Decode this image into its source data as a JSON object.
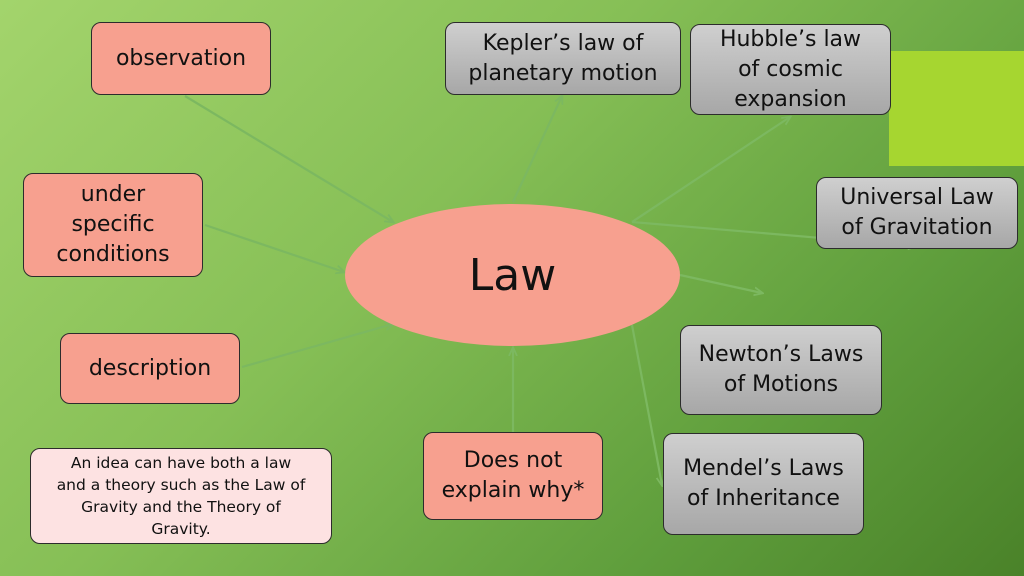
{
  "colors": {
    "salmon": "#f7a08f",
    "gray": "#b9b9b9",
    "note_bg": "#fde2e2",
    "accent": "#a6d630",
    "arrow": "#7cb860"
  },
  "center": {
    "label": "Law"
  },
  "boxes": {
    "observation": "observation",
    "under_specific": "under\nspecific\nconditions",
    "description": "description",
    "does_not_explain": "Does not\nexplain why*",
    "kepler": "Kepler’s law of\nplanetary motion",
    "hubble": "Hubble’s law\nof cosmic\nexpansion",
    "universal": "Universal Law\nof Gravitation",
    "newton": "Newton’s Laws\nof Motions",
    "mendel": "Mendel’s Laws\nof Inheritance"
  },
  "note": {
    "text": "An idea can have both a law\nand a theory such as the Law of\nGravity and the Theory of\nGravity."
  }
}
